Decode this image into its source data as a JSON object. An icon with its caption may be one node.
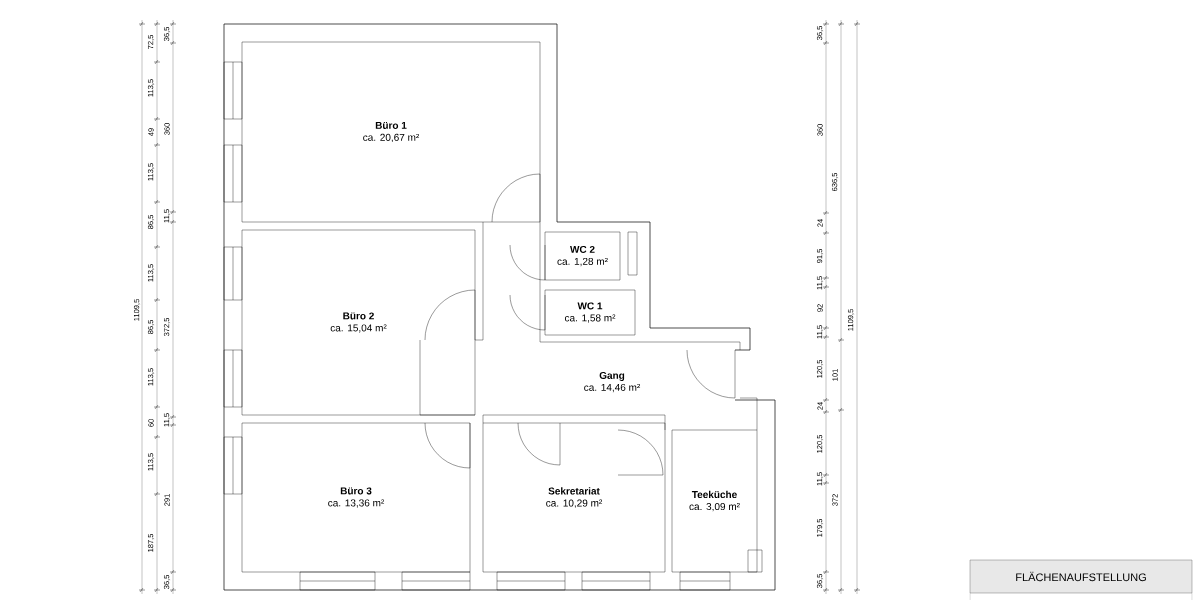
{
  "diagram": {
    "nodes": [
      {
        "text": [
          "Büro 1",
          "ca. 20,67 m²"
        ]
      },
      {
        "text": [
          "WC 2",
          "ca. 1,28 m²"
        ]
      },
      {
        "text": [
          "Büro 2",
          "ca. 15,04 m²"
        ]
      },
      {
        "text": [
          "WC 1",
          "ca. 1,58 m²"
        ]
      },
      {
        "text": [
          "Gang",
          "ca. 14,46 m²"
        ]
      },
      {
        "text": [
          "Büro 3",
          "ca. 13,36 m²"
        ]
      },
      {
        "text": [
          "Sekretariat",
          "ca. 10,29 m²"
        ]
      },
      {
        "text": [
          "Teeküche",
          "ca. 3,09 m²"
        ]
      },
      {
        "text": [
          "FLÄCHENAUFSTELLUNG"
        ]
      }
    ],
    "edges": [],
    "labels": [
      "1109,5",
      "72,5",
      "113,5",
      "49",
      "113,5",
      "86,5",
      "113,5",
      "86,5",
      "113,5",
      "60",
      "113,5",
      "187,5",
      "36,5",
      "360",
      "11,5",
      "372,5",
      "11,5",
      "291",
      "36,5",
      "36,5",
      "360",
      "24",
      "91,5",
      "11,5",
      "92",
      "11,5",
      "120,5",
      "24",
      "120,5",
      "11,5",
      "179,5",
      "36,5",
      "636,5",
      "101",
      "372",
      "1109,5"
    ]
  }
}
